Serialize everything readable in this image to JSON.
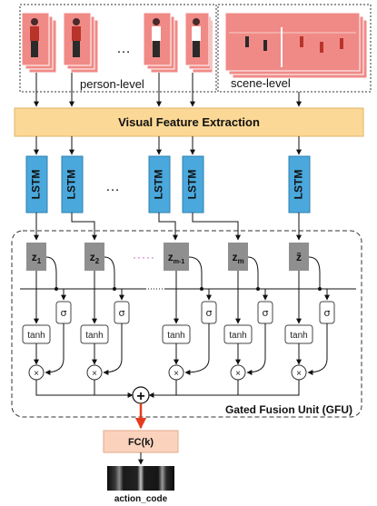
{
  "inputs": {
    "person_label": "person-level",
    "scene_label": "scene-level",
    "ellipsis": "…"
  },
  "feature_extraction": {
    "label": "Visual Feature Extraction"
  },
  "lstm": {
    "label": "LSTM",
    "ellipsis": "…"
  },
  "z_nodes": [
    "z1",
    "z2",
    "zm-1",
    "zm",
    "z̃"
  ],
  "z_display": [
    {
      "base": "z",
      "sub": "1"
    },
    {
      "base": "z",
      "sub": "2"
    },
    {
      "base": "z",
      "sub": "m-1"
    },
    {
      "base": "z",
      "sub": "m"
    },
    {
      "base": "z̃",
      "sub": ""
    }
  ],
  "gates": {
    "sigma": "σ",
    "tanh": "tanh",
    "multiply": "×",
    "sum": "+",
    "ellipsis": "…"
  },
  "gfu": {
    "label": "Gated Fusion Unit (GFU)"
  },
  "fc": {
    "label": "FC(k)"
  },
  "output": {
    "label": "action_code"
  },
  "colors": {
    "frame_red": "#f08a86",
    "feature_bar": "#fbd896",
    "lstm_blue": "#4aa8dc",
    "z_gray": "#8f8f8f",
    "fc_peach": "#fbd3bd",
    "arrow_red": "#e63b1f",
    "dots_magenta": "#c23fc2"
  }
}
